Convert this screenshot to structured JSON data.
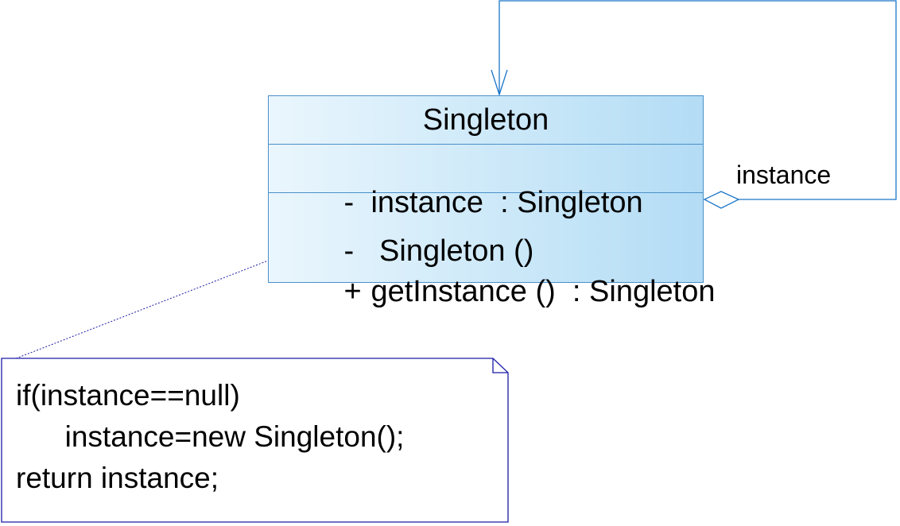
{
  "class": {
    "name": "Singleton",
    "attributes": [
      {
        "visibility": "-",
        "text": "instance  : Singleton"
      }
    ],
    "operations": [
      {
        "visibility": "-",
        "text": " Singleton ()"
      },
      {
        "visibility": "+",
        "text": "getInstance ()  : Singleton"
      }
    ]
  },
  "association": {
    "role_label": "instance",
    "kind": "self-aggregation"
  },
  "note": {
    "lines": [
      "if(instance==null)",
      "      instance=new Singleton();",
      "return instance;"
    ]
  },
  "colors": {
    "class_border": "#4a90c8",
    "class_fill_start": "#eaf6fd",
    "class_fill_end": "#b3dcf5",
    "connector": "#1a75c8",
    "note_border": "#1a1aa8"
  }
}
